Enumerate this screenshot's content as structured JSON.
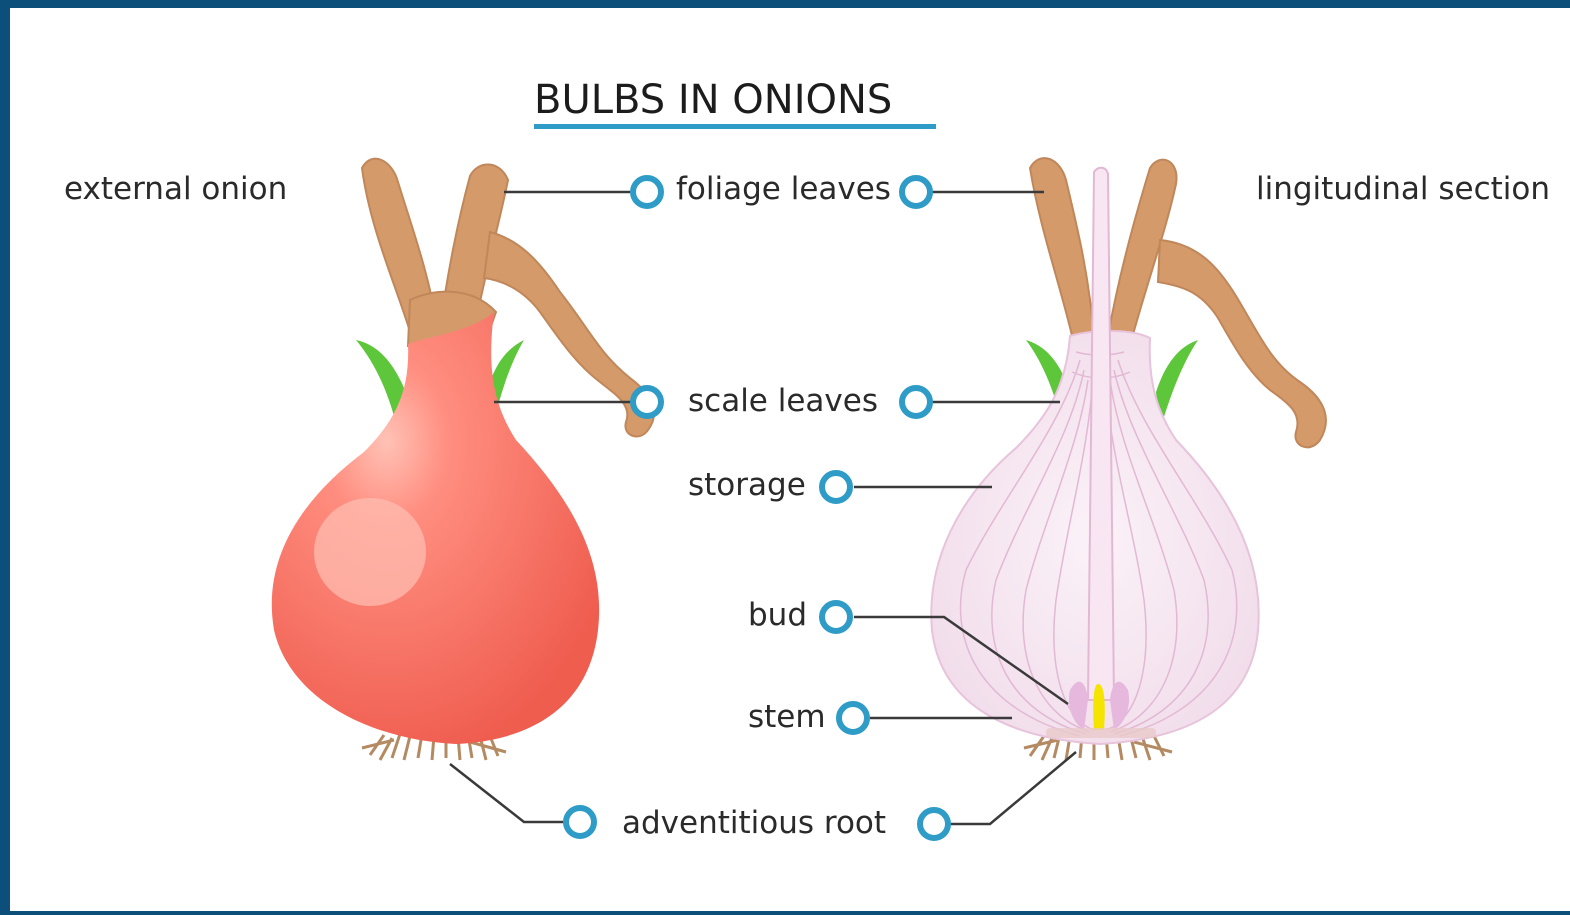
{
  "title": "BULBS IN ONIONS",
  "views": {
    "external": "external onion",
    "section": "lingitudinal section"
  },
  "labels": {
    "foliage_leaves": "foliage leaves",
    "scale_leaves": "scale leaves",
    "storage": "storage",
    "bud": "bud",
    "stem": "stem",
    "adventitious_root": "adventitious root"
  },
  "colors": {
    "frame": "#0b4f7a",
    "accent": "#2e9cc6",
    "onion_body": "#f36e5f",
    "section_body": "#f6e6f1",
    "leaf": "#d49a6a",
    "grass": "#5ec63a",
    "bud": "#f4e400"
  }
}
